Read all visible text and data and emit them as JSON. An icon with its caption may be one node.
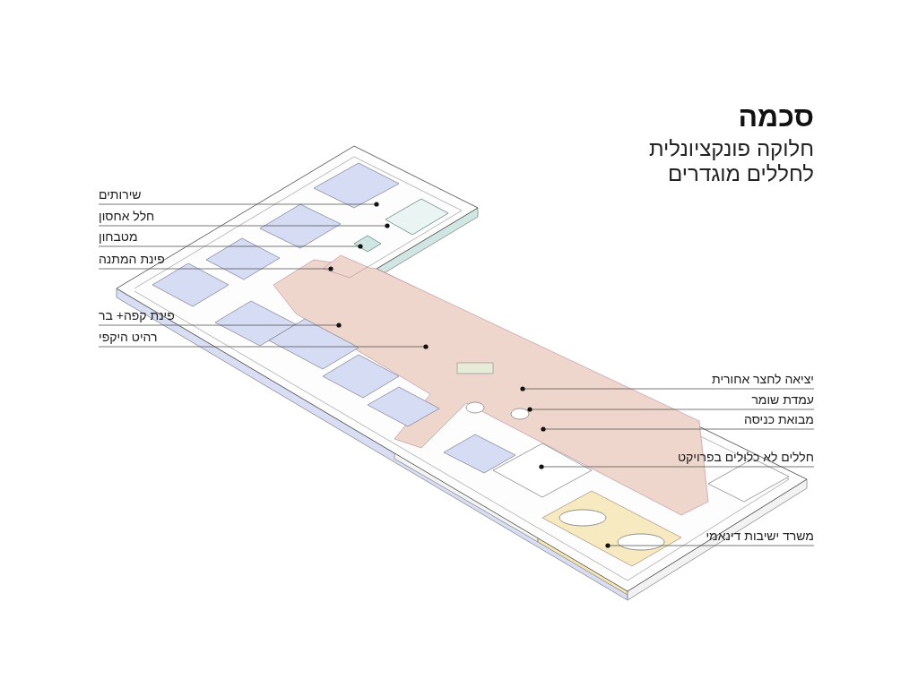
{
  "diagram": {
    "title": "סכמה",
    "caption": "חלוקה פונקציונלית לחללים מוגדרים",
    "nodes": [
      {
        "text": [
          "שירותים"
        ]
      },
      {
        "text": [
          "חלל אחסון"
        ]
      },
      {
        "text": [
          "מטבחון"
        ]
      },
      {
        "text": [
          "פינת המתנה"
        ]
      },
      {
        "text": [
          "פינת קפה+ בר"
        ]
      },
      {
        "text": [
          "רהיט היקפי"
        ]
      },
      {
        "text": [
          "יציאה לחצר אחורית"
        ]
      },
      {
        "text": [
          "עמדת שומר"
        ]
      },
      {
        "text": [
          "מבואת כניסה"
        ]
      },
      {
        "text": [
          "חללים לא כלולים בפרויקט"
        ]
      },
      {
        "text": [
          "משרד ישיבות דינאמי"
        ]
      }
    ],
    "edges": [
      {
        "from": 0,
        "to": null,
        "arrow": "other"
      },
      {
        "from": 1,
        "to": null,
        "arrow": "other"
      },
      {
        "from": 2,
        "to": null,
        "arrow": "other"
      },
      {
        "from": 3,
        "to": null,
        "arrow": "other"
      },
      {
        "from": 4,
        "to": null,
        "arrow": "other"
      },
      {
        "from": 5,
        "to": null,
        "arrow": "other"
      },
      {
        "from": 6,
        "to": null,
        "arrow": "other"
      },
      {
        "from": 7,
        "to": null,
        "arrow": "other"
      },
      {
        "from": 8,
        "to": null,
        "arrow": "other"
      },
      {
        "from": 9,
        "to": null,
        "arrow": "other"
      },
      {
        "from": 10,
        "to": null,
        "arrow": "other"
      }
    ]
  }
}
